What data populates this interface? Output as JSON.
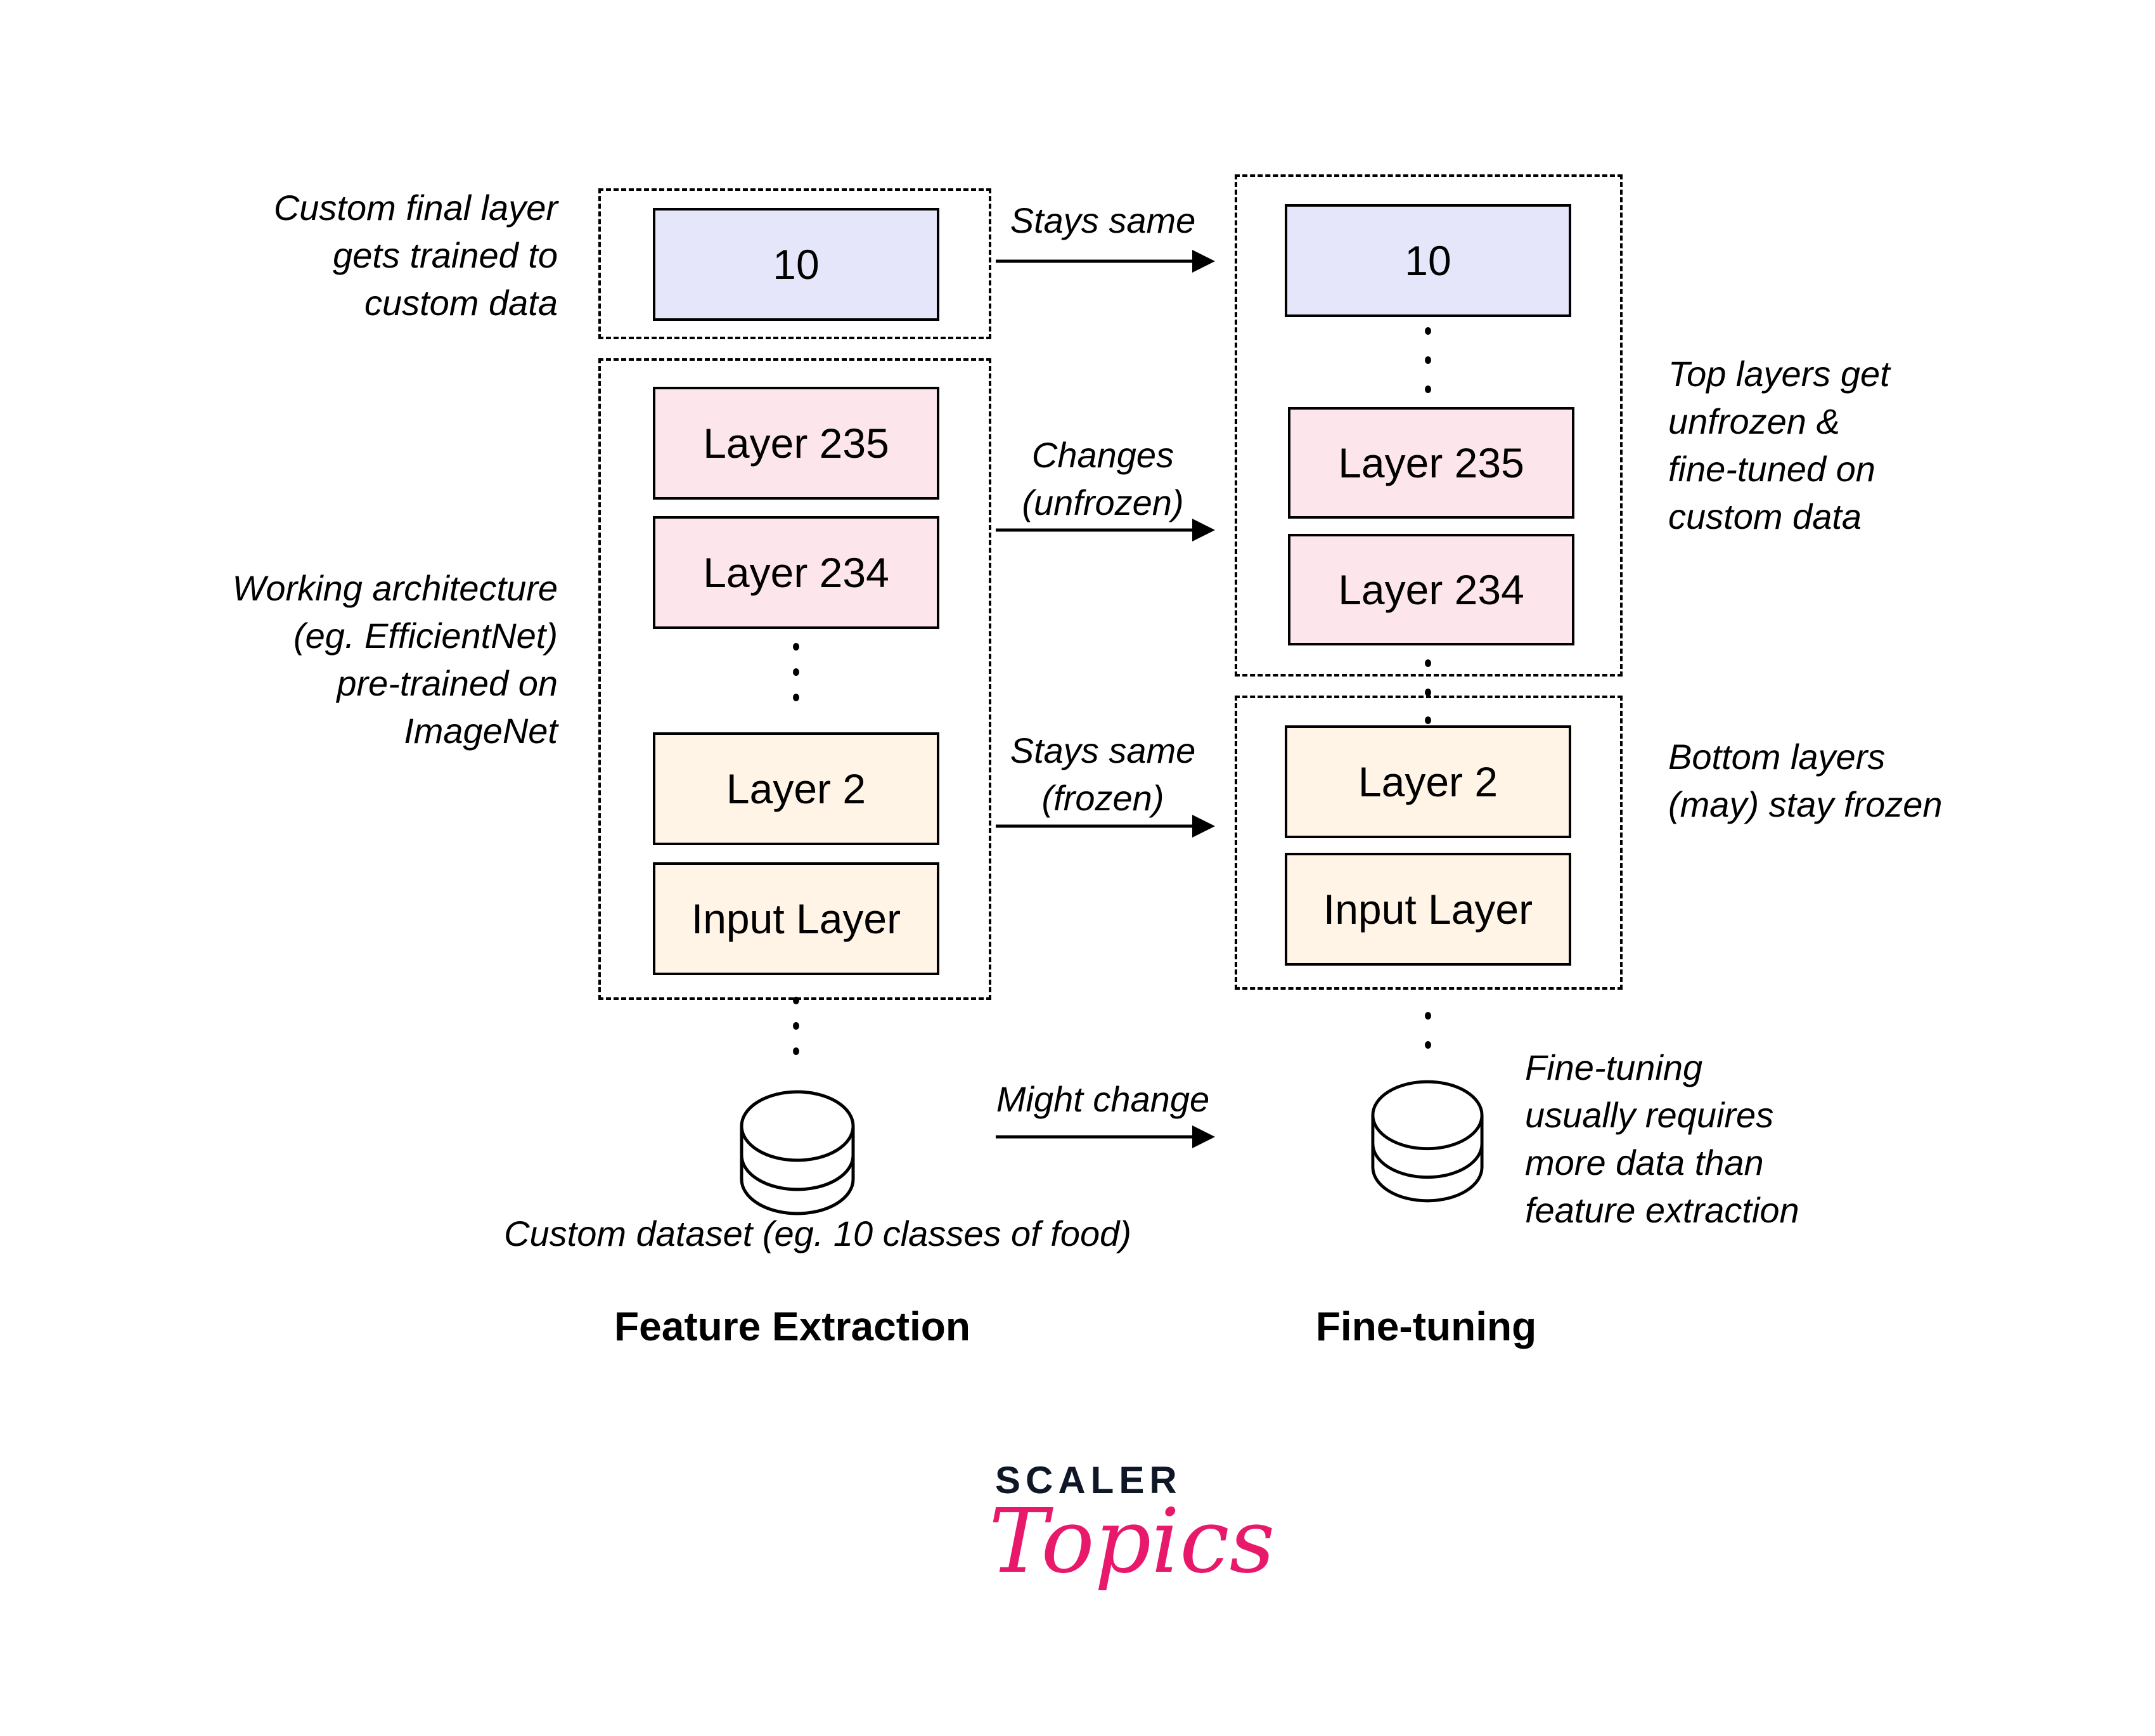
{
  "left_notes": {
    "final_layer": [
      "Custom final layer",
      "gets trained to",
      "custom data"
    ],
    "architecture": [
      "Working architecture",
      "(eg. EfficientNet)",
      "pre-trained on",
      "ImageNet"
    ]
  },
  "feature_extraction": {
    "title": "Feature Extraction",
    "output_layer": "10",
    "layers": [
      "Layer 235",
      "Layer 234",
      "Layer 2",
      "Input Layer"
    ],
    "dataset_caption": "Custom dataset (eg. 10 classes of food)"
  },
  "arrows": {
    "output": [
      "Stays same"
    ],
    "top_layers": [
      "Changes",
      "(unfrozen)"
    ],
    "bottom_layers": [
      "Stays same",
      "(frozen)"
    ],
    "dataset": [
      "Might change"
    ]
  },
  "fine_tuning": {
    "title": "Fine-tuning",
    "output_layer": "10",
    "layers": [
      "Layer 235",
      "Layer 234",
      "Layer 2",
      "Input Layer"
    ]
  },
  "right_notes": {
    "top_layers": [
      "Top layers get",
      "unfrozen &",
      "fine-tuned on",
      "custom data"
    ],
    "bottom_layers": [
      "Bottom layers",
      "(may) stay frozen"
    ],
    "data": [
      "Fine-tuning",
      "usually requires",
      "more data than",
      "feature extraction"
    ]
  },
  "logo": {
    "brand": "SCALER",
    "sub": "Topics",
    "brand_color": "#0f1626",
    "accent_color": "#e8196b"
  },
  "colors": {
    "output_layer": "#e6e6fb",
    "top_layers": "#fde6eb",
    "bottom_layers": "#fff4e6"
  }
}
